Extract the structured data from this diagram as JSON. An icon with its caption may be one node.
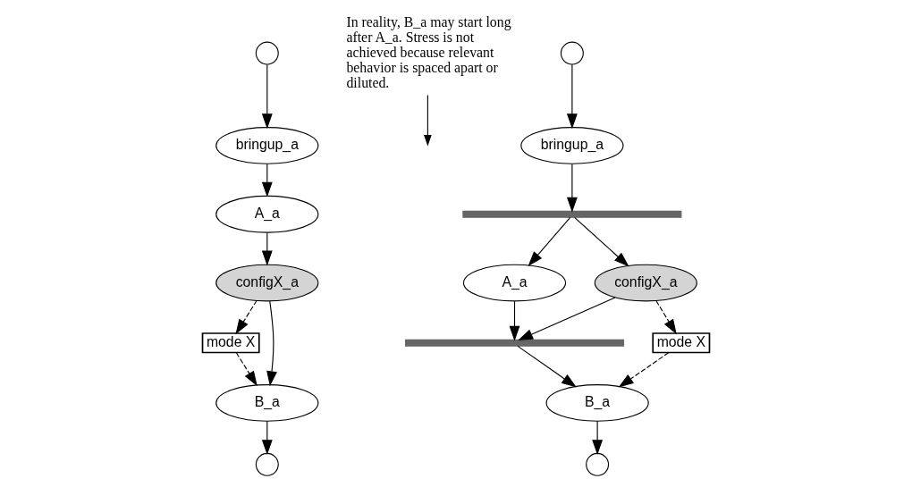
{
  "diagram": {
    "nodes": [
      {
        "text": [],
        "shape": "circle"
      },
      {
        "text": [
          "bringup_a"
        ]
      },
      {
        "text": [
          "A_a"
        ]
      },
      {
        "text": [
          "configX_a"
        ]
      },
      {
        "text": [
          "mode X"
        ]
      },
      {
        "text": [
          "B_a"
        ]
      },
      {
        "text": [],
        "shape": "circle"
      },
      {
        "text": [
          "In reality, B_a may start long after A_a. Stress is not achieved because relevant behavior is spaced apart or diluted."
        ]
      },
      {
        "text": [],
        "shape": "circle"
      },
      {
        "text": [
          "bringup_a"
        ]
      },
      {
        "text": [],
        "shape": "bar"
      },
      {
        "text": [
          "configX_a"
        ]
      },
      {
        "text": [
          "A_a"
        ]
      },
      {
        "text": [],
        "shape": "bar"
      },
      {
        "text": [
          "mode X"
        ]
      },
      {
        "text": [
          "B_a"
        ]
      },
      {
        "text": [],
        "shape": "circle"
      }
    ],
    "edges": [
      {
        "from": 0,
        "to": 1,
        "arrow": "to"
      },
      {
        "from": 1,
        "to": 2,
        "arrow": "to"
      },
      {
        "from": 2,
        "to": 3,
        "arrow": "to"
      },
      {
        "from": 3,
        "to": 5,
        "arrow": "to"
      },
      {
        "from": 3,
        "to": 4,
        "arrow": "to",
        "style": "dashed"
      },
      {
        "from": 4,
        "to": 5,
        "arrow": "to",
        "style": "dashed"
      },
      {
        "from": 5,
        "to": 6,
        "arrow": "to"
      },
      {
        "from": 7,
        "to": null,
        "arrow": "to"
      },
      {
        "from": 8,
        "to": 9,
        "arrow": "to"
      },
      {
        "from": 9,
        "to": 10,
        "arrow": "to"
      },
      {
        "from": 10,
        "to": 11,
        "arrow": "to"
      },
      {
        "from": 10,
        "to": 12,
        "arrow": "to"
      },
      {
        "from": 11,
        "to": 13,
        "arrow": "to"
      },
      {
        "from": 12,
        "to": 13,
        "arrow": "to"
      },
      {
        "from": 11,
        "to": 14,
        "arrow": "to",
        "style": "dashed"
      },
      {
        "from": 14,
        "to": 15,
        "arrow": "to",
        "style": "dashed"
      },
      {
        "from": 13,
        "to": 15,
        "arrow": "to"
      },
      {
        "from": 15,
        "to": 16,
        "arrow": "to"
      }
    ]
  }
}
